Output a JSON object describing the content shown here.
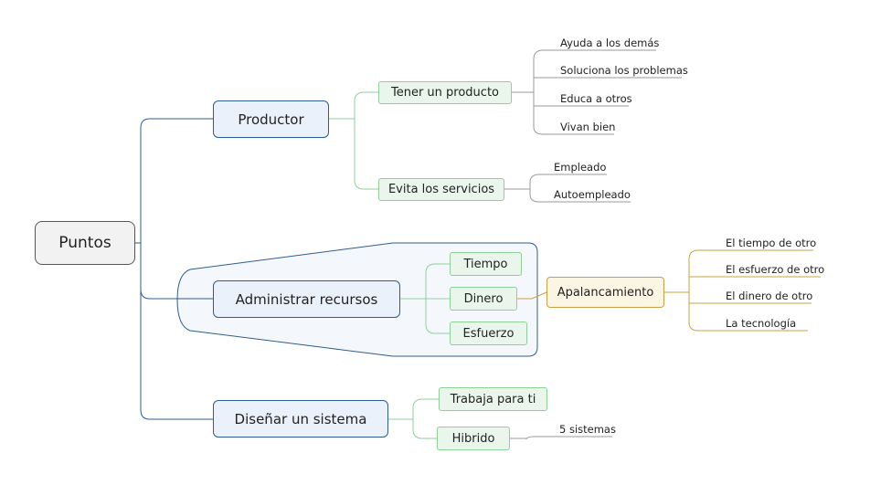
{
  "colors": {
    "main_line": "#2f5d8a",
    "green_line": "#8fcf98",
    "gray_line": "#9a9a9a",
    "gold_line": "#c9a042",
    "boundary_fill": "#f4f8fc",
    "boundary_stroke": "#2f5d8a"
  },
  "root": {
    "label": "Puntos"
  },
  "branches": {
    "productor": {
      "label": "Productor",
      "tener": {
        "label": "Tener un producto",
        "items": [
          "Ayuda a los demás",
          "Soluciona los problemas",
          "Educa a otros",
          "Vivan bien"
        ]
      },
      "evita": {
        "label": "Evita los servicios",
        "items": [
          "Empleado",
          "Autoempleado"
        ]
      }
    },
    "administrar": {
      "label": "Administrar recursos",
      "children": [
        "Tiempo",
        "Dinero",
        "Esfuerzo"
      ],
      "apalancamiento": {
        "label": "Apalancamiento",
        "items": [
          "El tiempo de otro",
          "El esfuerzo de otro",
          "El dinero de otro",
          "La tecnología"
        ]
      }
    },
    "disenar": {
      "label": "Diseñar un sistema",
      "trabaja": {
        "label": "Trabaja para ti"
      },
      "hibrido": {
        "label": "Hibrido",
        "items": [
          "5 sistemas"
        ]
      }
    }
  }
}
